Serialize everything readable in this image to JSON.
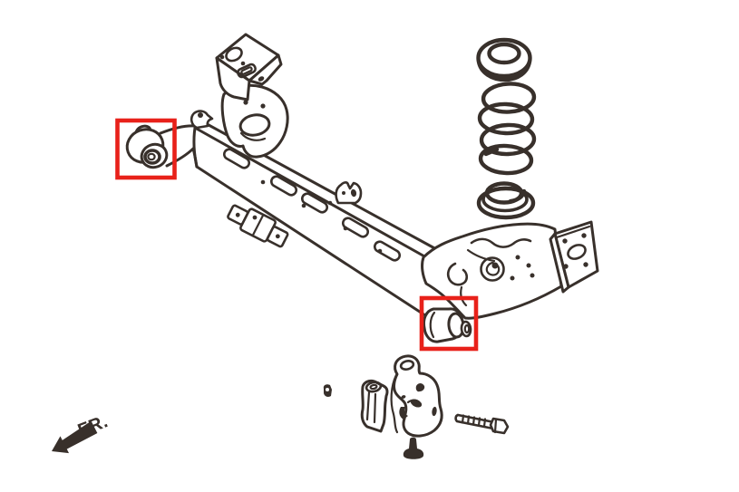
{
  "diagram": {
    "background_color": "#ffffff",
    "ink_color": "#38302b",
    "highlight_color": "#e8211a",
    "front_label": "FR.",
    "highlighted_parts": [
      "left trailing-arm bushing",
      "right trailing-arm bushing"
    ],
    "parts": [
      "left mount bracket",
      "left spring seat",
      "torsion axle beam",
      "beam clamp bracket",
      "beam clip",
      "left trailing arm",
      "left trailing-arm bushing",
      "spring upper rubber seat",
      "coil spring",
      "spring lower seat",
      "right spring seat arm",
      "right mount bracket",
      "right trailing-arm bushing",
      "lower mount bracket",
      "side bracket",
      "retainer clip",
      "mounting bolt",
      "stud bolt",
      "front direction arrow"
    ]
  }
}
